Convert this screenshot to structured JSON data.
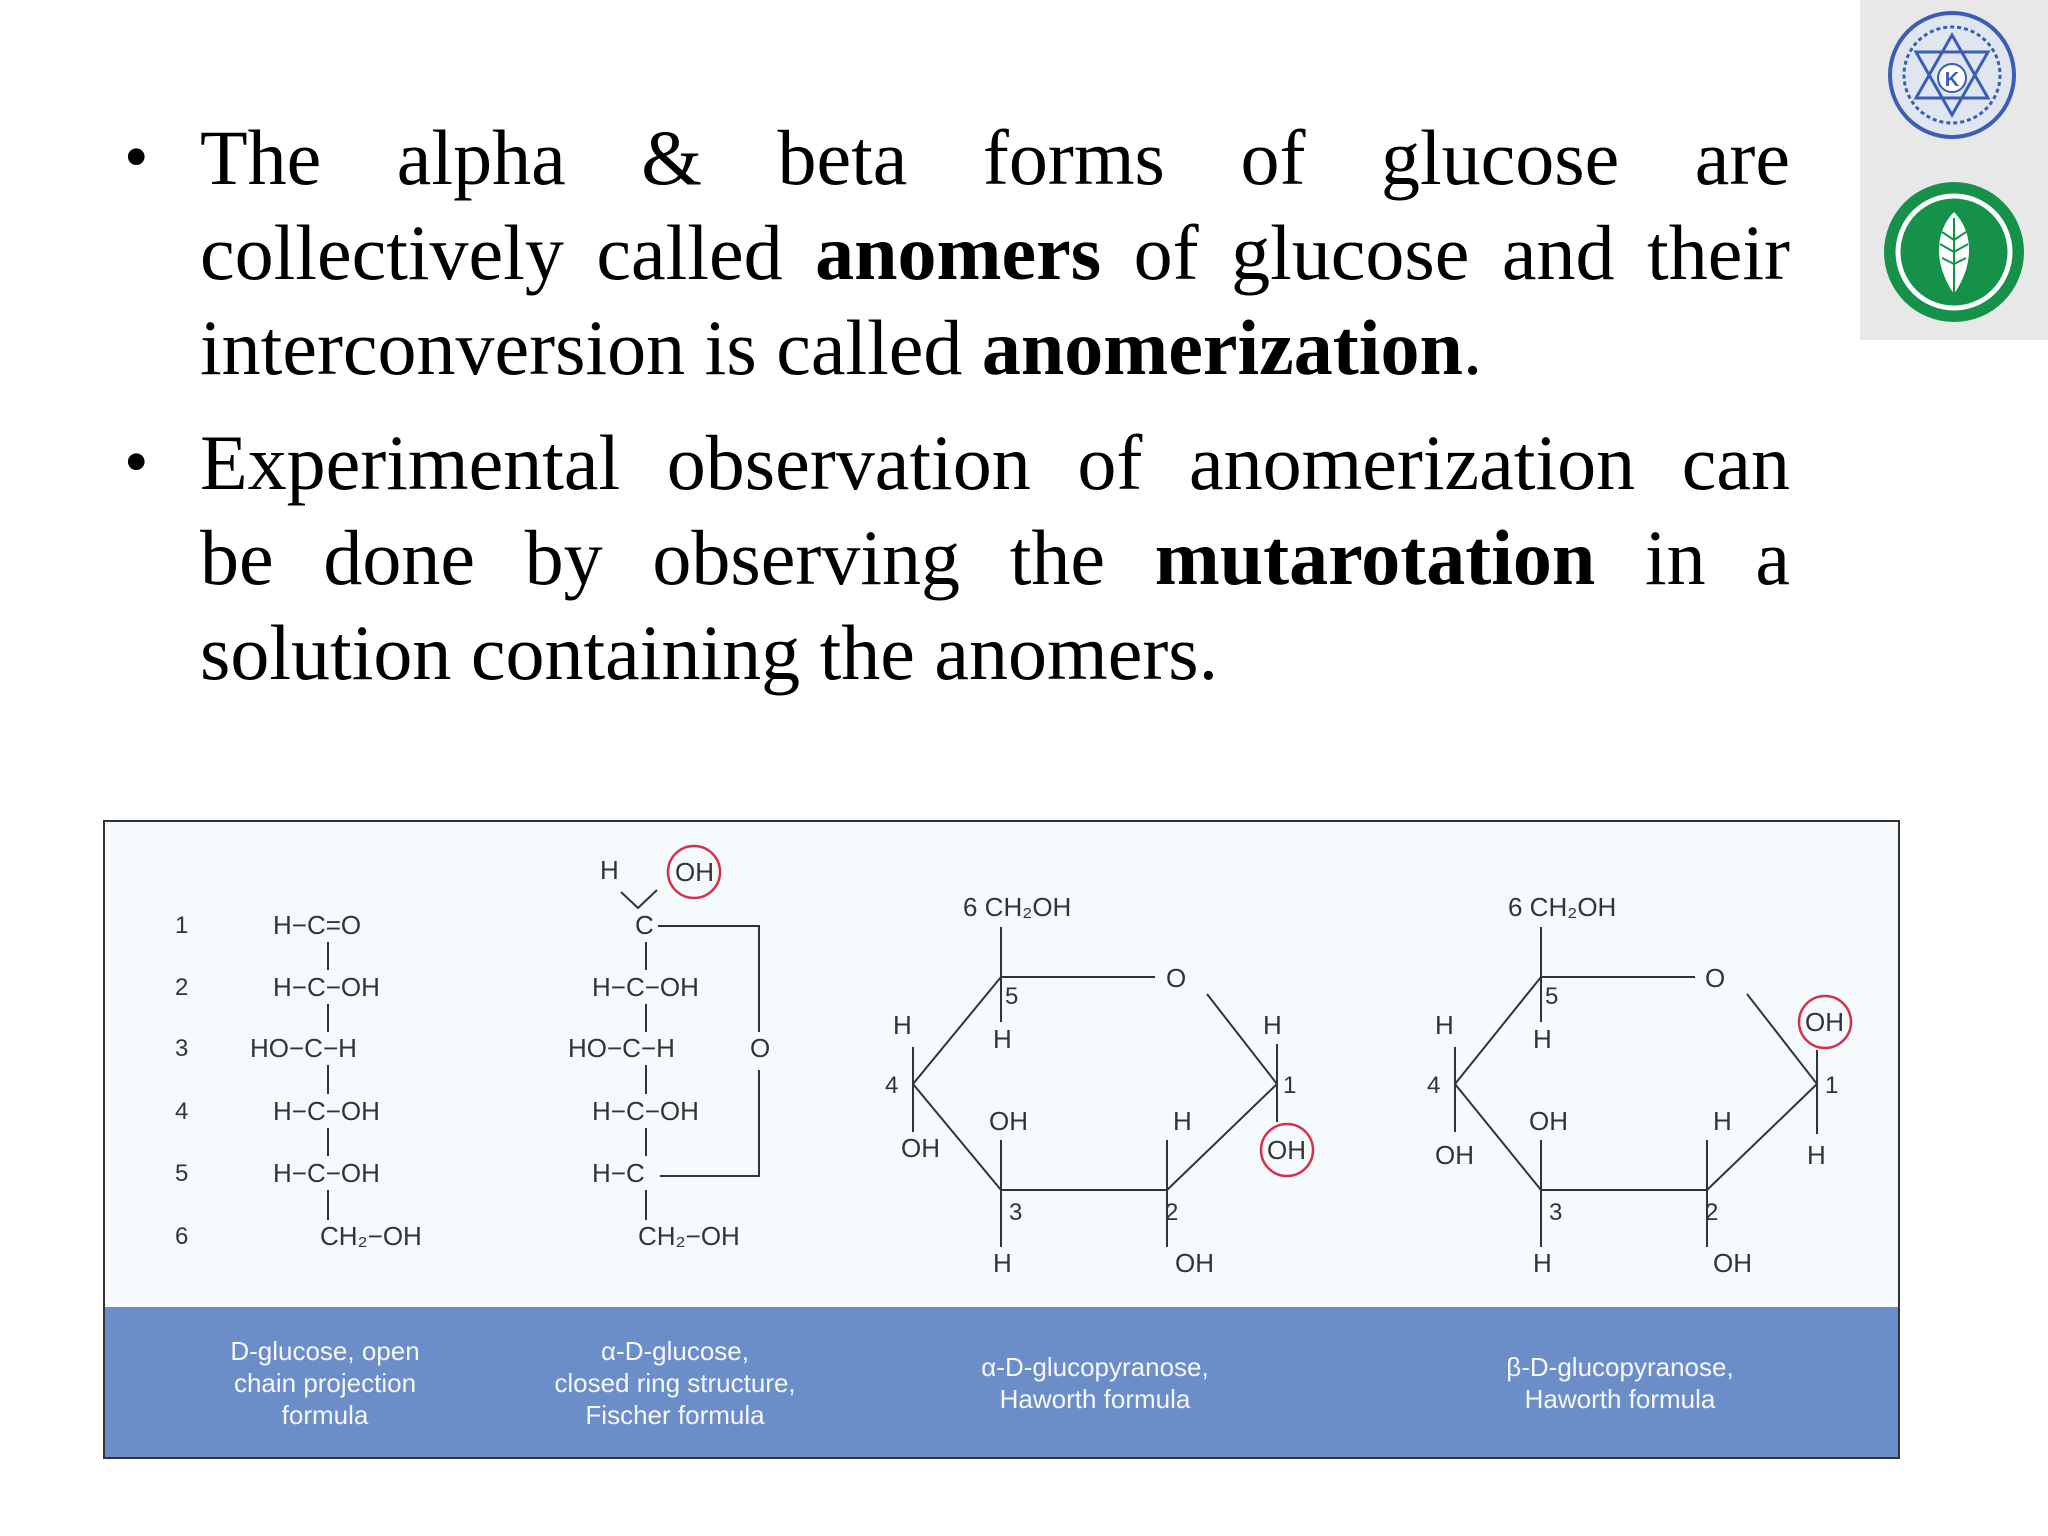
{
  "bullets": [
    {
      "lines": [
        [
          {
            "t": "The alpha & beta forms of glucose are",
            "b": false
          }
        ],
        [
          {
            "t": "collectively called ",
            "b": false
          },
          {
            "t": "anomers",
            "b": true
          },
          {
            "t": " of glucose and their",
            "b": false
          }
        ],
        [
          {
            "t": "interconversion is called ",
            "b": false
          },
          {
            "t": "anomerization",
            "b": true
          },
          {
            "t": ".",
            "b": false
          }
        ]
      ]
    },
    {
      "lines": [
        [
          {
            "t": "Experimental observation of anomerization can",
            "b": false
          }
        ],
        [
          {
            "t": "be done by observing the ",
            "b": false
          },
          {
            "t": "mutarotation",
            "b": true
          },
          {
            "t": " in a",
            "b": false
          }
        ],
        [
          {
            "t": "solution containing the anomers.",
            "b": false
          }
        ]
      ]
    }
  ],
  "figure": {
    "row_numbers": [
      "1",
      "2",
      "3",
      "4",
      "5",
      "6"
    ],
    "open_chain": [
      "H−C=O",
      "H−C−OH",
      "HO−C−H",
      "H−C−OH",
      "H−C−OH",
      "CH₂−OH"
    ],
    "fischer": {
      "top_h": "H",
      "top_oh": "OH",
      "c1": "C",
      "rows": [
        "H−C−OH",
        "HO−C−H",
        "H−C−OH",
        "H−C"
      ],
      "ring_o": "O",
      "bottom": "CH₂−OH"
    },
    "alpha_haworth": {
      "ch2oh": "6 CH₂OH",
      "ring_o": "O",
      "c5": "5",
      "c4": "4",
      "c3": "3",
      "c2": "2",
      "c1": "1",
      "h5": "H",
      "h4": "H",
      "oh4": "OH",
      "oh3": "OH",
      "h3": "H",
      "h2": "H",
      "oh2": "OH",
      "h1": "H",
      "oh1": "OH"
    },
    "beta_haworth": {
      "ch2oh": "6 CH₂OH",
      "ring_o": "O",
      "c5": "5",
      "c4": "4",
      "c3": "3",
      "c2": "2",
      "c1": "1",
      "h5": "H",
      "h4": "H",
      "oh4": "OH",
      "oh3": "OH",
      "h3": "H",
      "h2": "H",
      "oh2": "OH",
      "oh1": "OH",
      "h1": "H"
    },
    "captions": [
      [
        "D-glucose, open",
        "chain projection",
        "formula"
      ],
      [
        "α-D-glucose,",
        "closed ring structure,",
        "Fischer formula"
      ],
      [
        "α-D-glucopyranose,",
        "Haworth formula"
      ],
      [
        "β-D-glucopyranose,",
        "Haworth formula"
      ]
    ]
  },
  "logos": [
    {
      "name": "university-seal",
      "letter": "K"
    },
    {
      "name": "leaf-emblem"
    }
  ],
  "colors": {
    "highlight_circle": "#d6304a",
    "caption_band": "#6c8ec8"
  }
}
